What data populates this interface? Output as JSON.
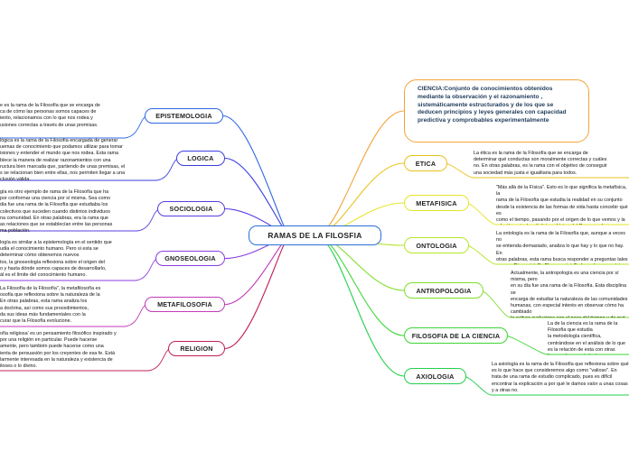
{
  "root": {
    "label": "RAMAS DE LA FILOSFIA"
  },
  "left_branches": [
    {
      "label": "EPISTEMOLOGIA",
      "color": "#2f67e0",
      "note": "e es la rama de la Filosofía que se encarga de\nca de cómo las personas somos capaces de\niento, relacionamos con lo que nos rodea y\nusiones correctas a través de unas premisas."
    },
    {
      "label": "LOGICA",
      "color": "#3a3fe0",
      "note": "lógica es la rama de la Filosofía encargada de generar\nuemas de conocimiento que podamos utilizar para tomar\nisiones y entender el mundo que nos rodea. Esta rama\nblece la manera de realizar razonamientos con una\nructura bien marcada que, partiendo de unas premisas, el\ns se relacionan bien entre ellas, nos permiten llegar a una\nclusión válida."
    },
    {
      "label": "SOCIOLOGIA",
      "color": "#5a3de0",
      "note": "gía es otro ejemplo de rama de la Filosofía que ha\npor conformar una ciencia por sí misma. Sea como\ndia fue una rama de la Filosofía que estudiaba los\ncolectivos que suceden cuando distintos individuos\nna comunidad. En otras palabras, era la rama que\nas relaciones que se establecían entre las personas\nma población."
    },
    {
      "label": "GNOSEOLOGIA",
      "color": "#8a3fe0",
      "note": "logía es similar a la epistemología en el sentido que\nudia el conocimiento humano. Pero si esta se\ndeterminar cómo obtenemos nuevos\ntos, la gnoseología reflexiona sobre el origen del\no y hasta dónde somos capaces de desarrollarlo,\nál es el límite del conocimiento humano."
    },
    {
      "label": "METAFILOSOFIA",
      "color": "#c03ab8",
      "note": "La Filosofía de la Filosofía\", la metafilosofía es\nosofía que reflexiona sobre la naturaleza de la\nEn otras palabras, esta rama analiza los\na doctrina, así como sus procedimientos,\nda sus ideas más fundamentales con la\ncurar que la Filosofía evolucione."
    },
    {
      "label": "RELIGION",
      "color": "#c0205a",
      "note": "ofía religiosa' es un pensamiento filosófico inspirado y\npor una religión en particular. Puede hacerse\namente, pero también puede hacerse como una\nienta de persuasión por los creyentes de esa fe. Está\nlarmente interesada en la naturaleza y existencia de\niloses o lo divino."
    }
  ],
  "right_branches": [
    {
      "label": "CIENCIA:Conjunto de conocimientos obtenidos mediante la observación y el razonamiento , sistemáticamente estructurados y de los que se deducen principios y leyes generales con capacidad predictiva y comprobables experimentalmente",
      "color": "#f2a43a"
    },
    {
      "label": "ETICA",
      "color": "#e8c21c",
      "note": "La ética es la rama de la Filosofía que se encarga de\ndeterminar qué conductas son moralmente correctas y cuáles\nno. En otras palabras, es la rama con el objetivo de conseguir\nuna sociedad más justa e igualitaria para todos."
    },
    {
      "label": "METAFISICA",
      "color": "#e5e52a",
      "note": "\"Más allá de la Física\". Esto es lo que significa la metafísica, la\nrama de la Filosofía que estudia la realidad en su conjunto\ndesde la existencia de las formas de vida hasta concebir qué es\ncomo el tiempo, pasando por el origen de lo que vemos y la\nrelación entre los distintos objetos del Cosmos y la naturaleza de\nser de todo."
    },
    {
      "label": "ONTOLOGIA",
      "color": "#b5e62a",
      "note": "La ontología es la rama de la Filosofía que, aunque a veces no\nse entienda demasiado, analiza lo que hay y lo que no hay. En\notras palabras, esta rama busca responder a preguntas tales\ncomo: ¿Dios existe? ¿El azar existe? ¿Los números existen o\nestán solo en nuestra mente? ¿Hay límites en el Universo?"
    },
    {
      "label": "ANTROPOLOGIA",
      "color": "#7ede2c",
      "note": "Actualmente, la antropología es una ciencia por sí misma, pero\nen su día fue una rama de la Filosofía. Esta disciplina se\nencarga de estudiar la naturaleza de las comunidades\nhumanas, con especial interés en observar cómo ha cambiado\nla cultura evoluciona con el paso del tiempo y de qué manera\nhay entre poblaciones que no han estado nunca en contacto con\notras que sí lo han estado."
    },
    {
      "label": "FILOSOFIA DE LA CIENCIA",
      "color": "#3ed636",
      "note": "La de la ciencia es la rama de la Filosofía que estudia\nla metodología científica, centrándose en el análisis de lo que\nes la relación de esta con otras formas de conocimiento\nincluida la religión. En otras palabras, estudia\nel origen, el desarrollo y los límites de la ciencia."
    },
    {
      "label": "AXIOLOGIA",
      "color": "#22d04c",
      "note": "La axiología es la rama de la Filosofía que reflexiona sobre qué\nes lo que hace que consideremos algo como \"valioso\". En\ntrata de una rama de estudio complicado, pues es difícil\nencontrar la explicación a por qué le damos valor a unas cosas\ny a otras no."
    }
  ]
}
